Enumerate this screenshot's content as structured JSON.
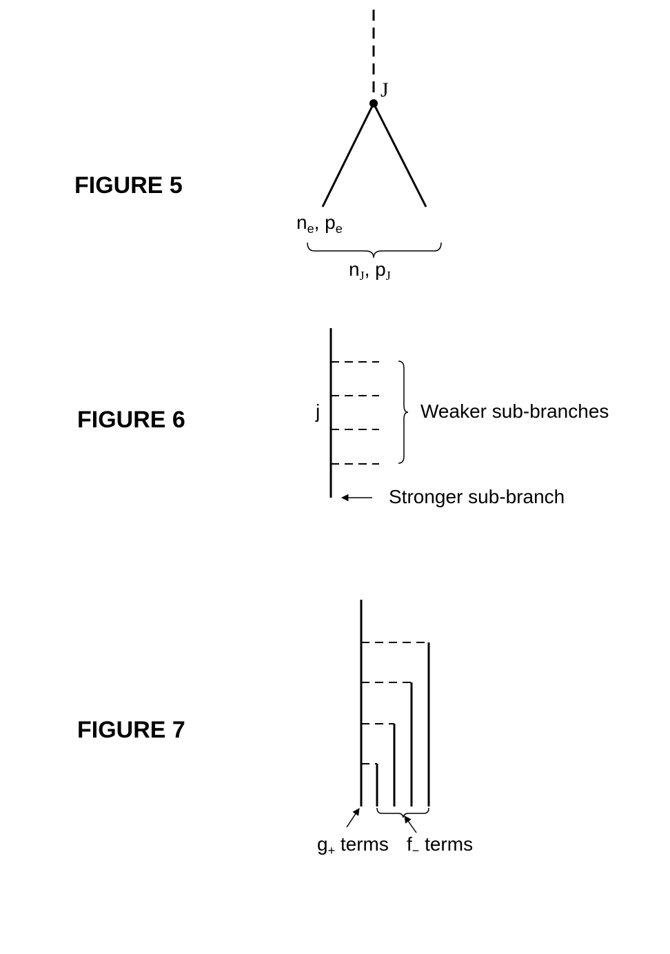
{
  "figure5": {
    "label": "FIGURE 5",
    "node_label": "J",
    "left_leaf_label": {
      "n": "n",
      "n_sub": "e",
      "sep": ", ",
      "p": "p",
      "p_sub": "e"
    },
    "brace_label": {
      "n": "n",
      "n_sub": "J",
      "sep": ", ",
      "p": "p",
      "p_sub": "J"
    }
  },
  "figure6": {
    "label": "FIGURE 6",
    "branch_label": "j",
    "weaker_label": "Weaker sub-branches",
    "stronger_label": "Stronger sub-branch"
  },
  "figure7": {
    "label": "FIGURE 7",
    "g_label": {
      "base": "g",
      "sub": "+",
      "rest": " terms"
    },
    "f_label": {
      "base": "f",
      "sub": "−",
      "rest": " terms"
    }
  }
}
